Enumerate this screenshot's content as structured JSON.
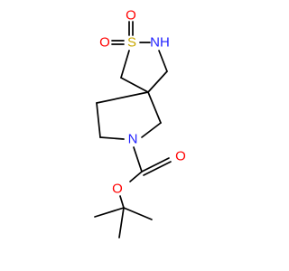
{
  "colors": {
    "bond": "#000000",
    "S": "#c9a800",
    "N": "#1f1fff",
    "O": "#ff0000"
  },
  "atoms": {
    "O1": "O",
    "O2": "O",
    "S": "S",
    "NH": "NH",
    "N": "N",
    "O3": "O",
    "O4": "O"
  }
}
